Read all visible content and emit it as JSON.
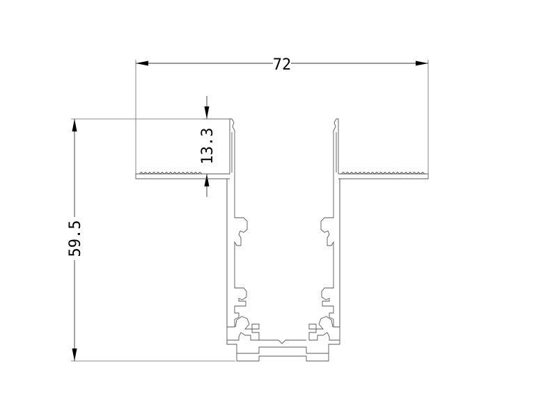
{
  "dimensions": {
    "width_label": "72",
    "flange_label": "13.3",
    "height_label": "59.5"
  },
  "colors": {
    "line": "#555555",
    "dimension": "#000000",
    "background": "#ffffff"
  }
}
